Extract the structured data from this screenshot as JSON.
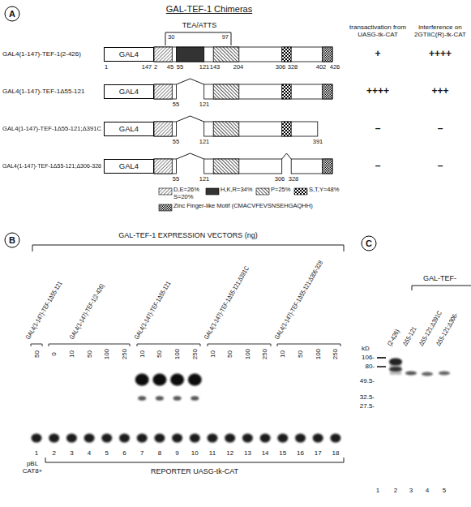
{
  "diagram": {
    "nodes": [
      {
        "text": [
          "GAL4"
        ]
      },
      {
        "text": [
          "GAL4"
        ]
      },
      {
        "text": [
          "GAL4"
        ]
      },
      {
        "text": [
          "GAL4"
        ]
      }
    ],
    "labels": [
      "A",
      "GAL-TEF-1 Chimeras",
      "TEA/ATTS",
      "30",
      "97",
      "transactivation from UASG-tk-CAT",
      "interference on 2GTIIC(R)-tk-CAT",
      "GAL4(1-147)-TEF-1(2-426)",
      "1",
      "147",
      "2",
      "45",
      "55",
      "121",
      "143",
      "204",
      "306",
      "328",
      "402",
      "426",
      "+",
      "++++",
      "GAL4(1-147)-TEF-1Δ55-121",
      "55",
      "121",
      "++++",
      "+++",
      "GAL4(1-147)-TEF-1Δ55-121;Δ391C",
      "55",
      "121",
      "391",
      "–",
      "–",
      "GAL4(1-147)-TEF-1Δ55-121;Δ306-328",
      "55",
      "121",
      "306",
      "328",
      "–",
      "–",
      "B",
      "GAL-TEF-1 EXPRESSION VECTORS (ng)",
      "GAL4(1-147)-TEF-1Δ55-121",
      "GAL4(1-147)-TEF-1(2-426)",
      "GAL4(1-147)-TEF-1Δ55-121",
      "GAL4(1-147)-TEF-1Δ55-121;Δ391C",
      "GAL4(1-147)-TEF-1Δ55-121;Δ306-328",
      "50",
      "0",
      "10",
      "50",
      "100",
      "250",
      "10",
      "50",
      "100",
      "250",
      "10",
      "50",
      "100",
      "250",
      "10",
      "50",
      "100",
      "250",
      "1",
      "2",
      "3",
      "4",
      "5",
      "6",
      "7",
      "8",
      "9",
      "10",
      "11",
      "12",
      "13",
      "14",
      "15",
      "16",
      "17",
      "18",
      "pBL CAT8+",
      "REPORTER UASG-tk-CAT",
      "C",
      "GAL-TEF-",
      "kD",
      "106-",
      "80-",
      "49.5-",
      "32.5-",
      "27.5-",
      "(2-426)",
      "Δ55-121",
      "Δ55-121;Δ391C",
      "Δ55-121;Δ306-",
      "1",
      "2",
      "3",
      "4",
      "5"
    ],
    "legend": [
      {
        "text": "D,E=26% S=20%"
      },
      {
        "text": "H,K,R=34%",
        "color": "#333333"
      },
      {
        "text": "P=25%"
      },
      {
        "text": "S,T,Y=48%"
      },
      {
        "text": "Zinc Finger-like Motif (CMACVFEVSNSEHGAQHH)"
      }
    ]
  }
}
